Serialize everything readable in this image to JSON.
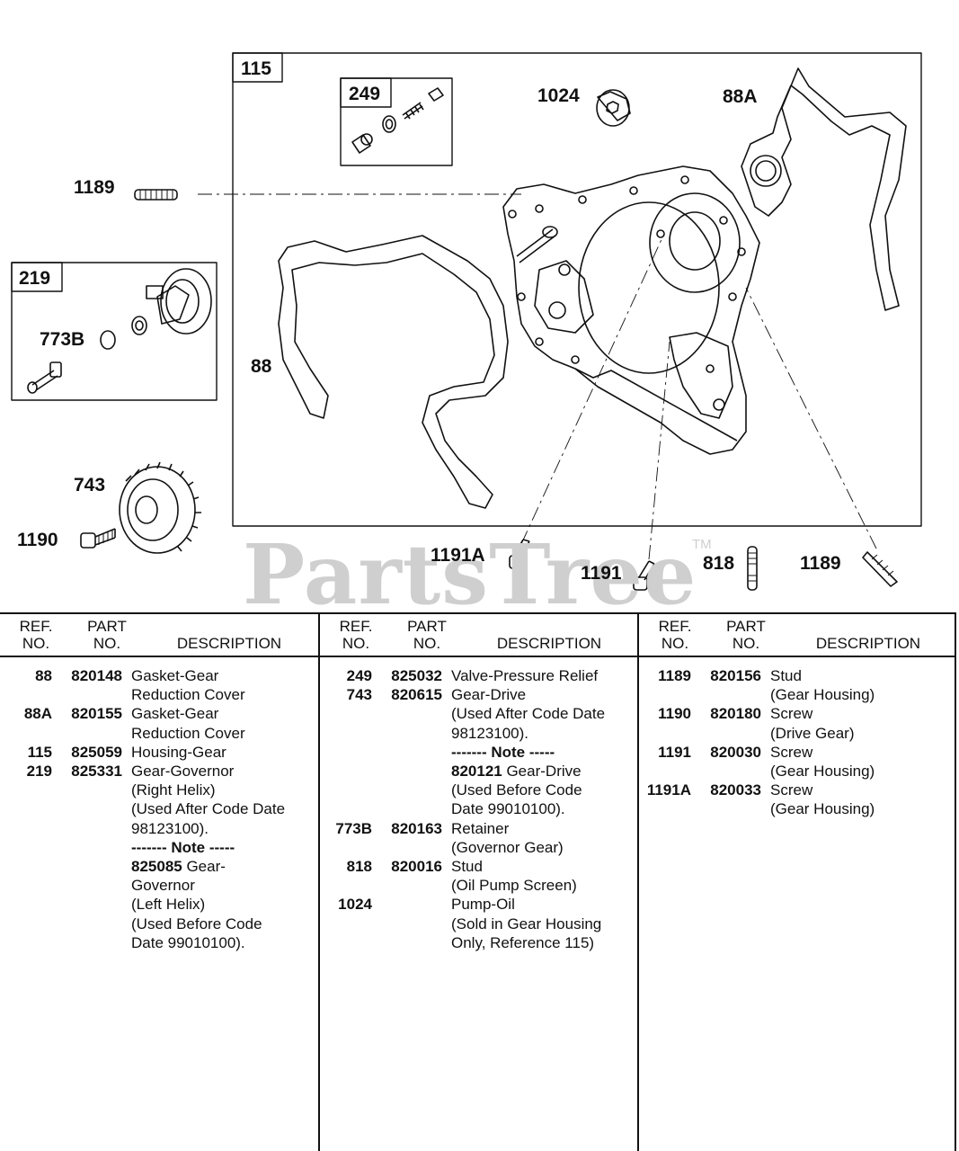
{
  "callouts": {
    "c115": "115",
    "c249": "249",
    "c1024": "1024",
    "c88A": "88A",
    "c1189a": "1189",
    "c219": "219",
    "c773B": "773B",
    "c88": "88",
    "c743": "743",
    "c1190": "1190",
    "c1191A": "1191A",
    "c1191": "1191",
    "c818": "818",
    "c1189b": "1189"
  },
  "watermark": {
    "text": "PartsTree",
    "tm": "TM"
  },
  "table": {
    "headers": {
      "ref_line1": "REF.",
      "ref_line2": "NO.",
      "part_line1": "PART",
      "part_line2": "NO.",
      "description": "DESCRIPTION"
    },
    "columns": [
      {
        "rows": [
          {
            "ref": "88",
            "part": "820148",
            "desc": [
              "Gasket-Gear",
              "Reduction Cover"
            ]
          },
          {
            "ref": "88A",
            "part": "820155",
            "desc": [
              "Gasket-Gear",
              "Reduction Cover"
            ]
          },
          {
            "ref": "115",
            "part": "825059",
            "desc": [
              "Housing-Gear"
            ]
          },
          {
            "ref": "219",
            "part": "825331",
            "desc": [
              "Gear-Governor",
              "(Right Helix)",
              "(Used After Code Date",
              "98123100).",
              "------- Note -----",
              "825085 Gear-",
              "Governor",
              "(Left Helix)",
              "(Used Before Code",
              "Date 99010100)."
            ]
          }
        ]
      },
      {
        "rows": [
          {
            "ref": "249",
            "part": "825032",
            "desc": [
              "Valve-Pressure Relief"
            ]
          },
          {
            "ref": "743",
            "part": "820615",
            "desc": [
              "Gear-Drive",
              "(Used After Code Date",
              "98123100).",
              "------- Note -----",
              "820121 Gear-Drive",
              "(Used Before Code",
              "Date 99010100)."
            ]
          },
          {
            "ref": "773B",
            "part": "820163",
            "desc": [
              "Retainer",
              "(Governor Gear)"
            ]
          },
          {
            "ref": "818",
            "part": "820016",
            "desc": [
              "Stud",
              "(Oil Pump Screen)"
            ]
          },
          {
            "ref": "1024",
            "part": "",
            "desc": [
              "Pump-Oil",
              "(Sold in Gear Housing",
              "Only, Reference 115)"
            ]
          }
        ]
      },
      {
        "rows": [
          {
            "ref": "1189",
            "part": "820156",
            "desc": [
              "Stud",
              "(Gear Housing)"
            ]
          },
          {
            "ref": "1190",
            "part": "820180",
            "desc": [
              "Screw",
              "(Drive Gear)"
            ]
          },
          {
            "ref": "1191",
            "part": "820030",
            "desc": [
              "Screw",
              "(Gear Housing)"
            ]
          },
          {
            "ref": "1191A",
            "part": "820033",
            "desc": [
              "Screw",
              "(Gear Housing)"
            ]
          }
        ]
      }
    ]
  }
}
